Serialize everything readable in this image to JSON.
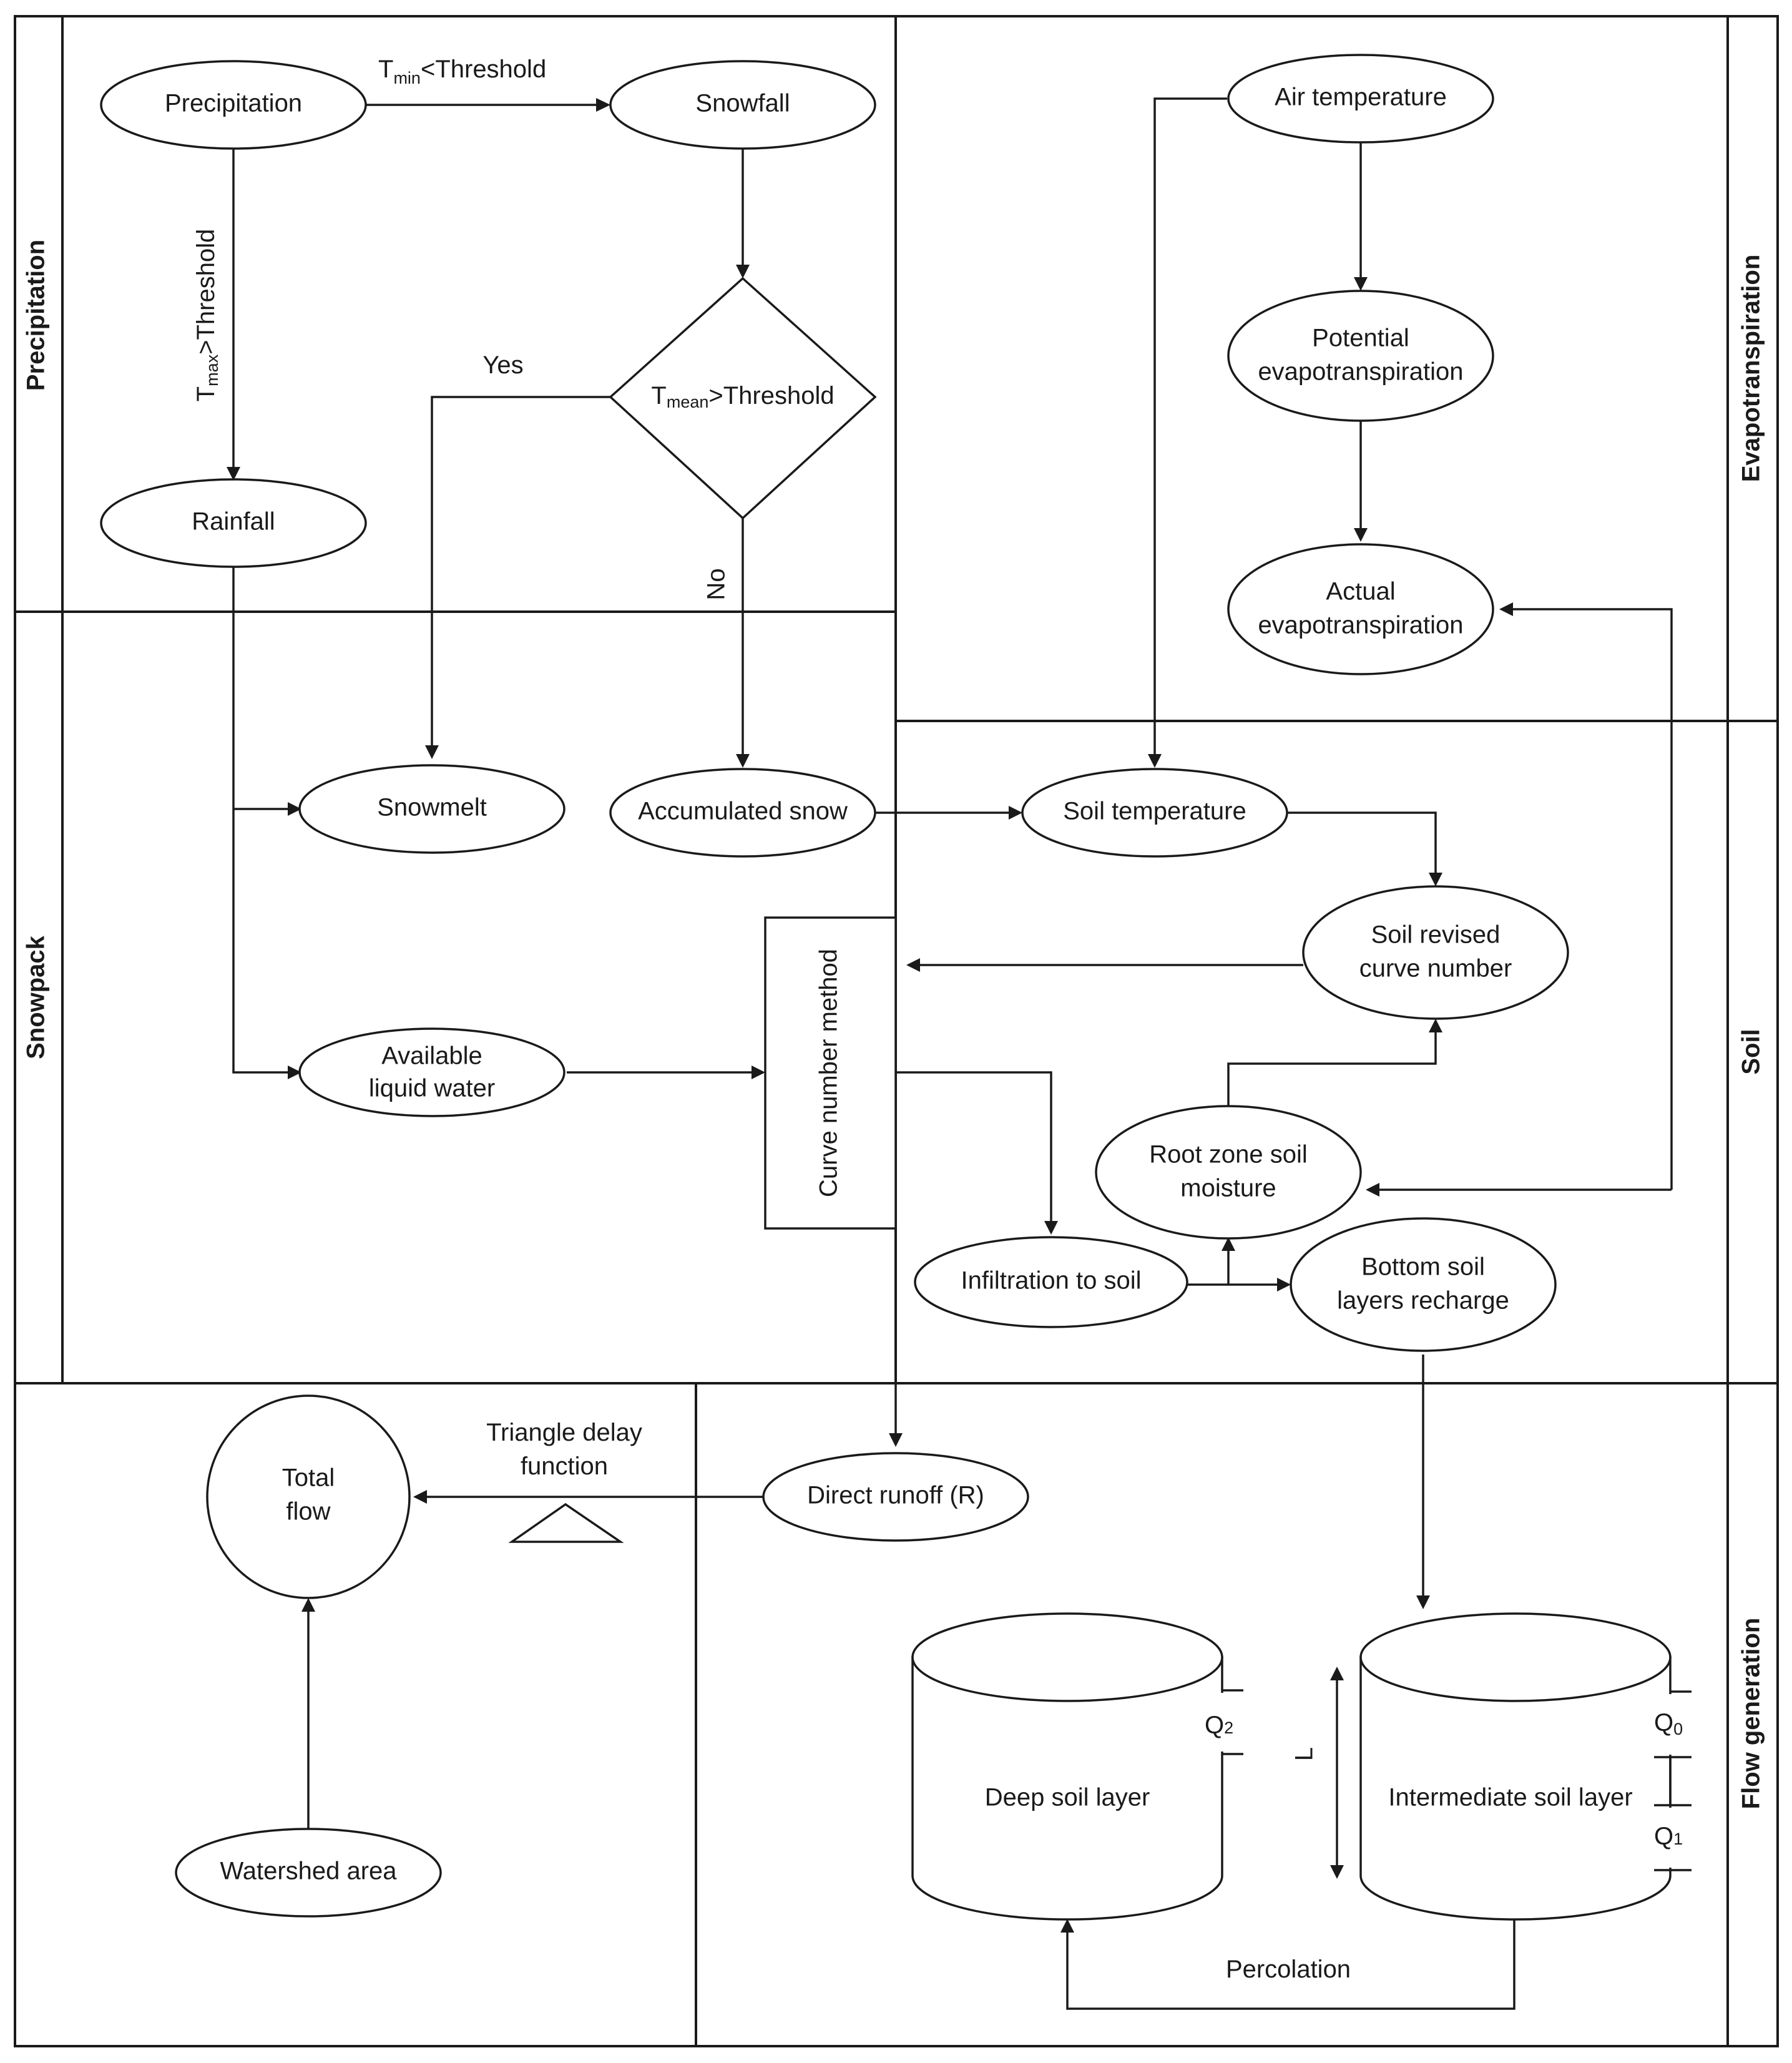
{
  "sections": {
    "precipitation": "Precipitation",
    "snowpack": "Snowpack",
    "evapotranspiration": "Evapotranspiration",
    "soil": "Soil",
    "flow_generation": "Flow generation"
  },
  "nodes": {
    "precipitation": "Precipitation",
    "snowfall": "Snowfall",
    "rainfall": "Rainfall",
    "decision": {
      "main": "T",
      "sub": "mean",
      "rest": ">Threshold"
    },
    "snowmelt": "Snowmelt",
    "accumulated_snow": "Accumulated snow",
    "available_liquid_water": [
      "Available",
      "liquid water"
    ],
    "curve_number_method": "Curve number method",
    "air_temperature": "Air temperature",
    "potential_evapotranspiration": [
      "Potential",
      "evapotranspiration"
    ],
    "actual_evapotranspiration": [
      "Actual",
      "evapotranspiration"
    ],
    "soil_temperature": "Soil temperature",
    "soil_revised_curve_number": [
      "Soil revised",
      "curve number"
    ],
    "root_zone_soil_moisture": [
      "Root zone soil",
      "moisture"
    ],
    "infiltration_to_soil": "Infiltration to soil",
    "bottom_soil_layers_recharge": [
      "Bottom soil",
      "layers recharge"
    ],
    "total_flow": [
      "Total",
      "flow"
    ],
    "watershed_area": "Watershed area",
    "direct_runoff": "Direct runoff (R)",
    "deep_soil_layer": "Deep soil layer",
    "intermediate_soil_layer": "Intermediate soil layer"
  },
  "edge_labels": {
    "tmin": {
      "main": "T",
      "sub": "min",
      "rest": "<Threshold"
    },
    "tmax": {
      "main": "T",
      "sub": "max",
      "rest": ">Threshold"
    },
    "yes": "Yes",
    "no": "No",
    "triangle_delay": [
      "Triangle delay",
      "function"
    ],
    "percolation": "Percolation"
  },
  "outlets": {
    "q2": {
      "main": "Q",
      "sub": "2"
    },
    "q0": {
      "main": "Q",
      "sub": "0"
    },
    "q1": {
      "main": "Q",
      "sub": "1"
    },
    "l": "L"
  }
}
